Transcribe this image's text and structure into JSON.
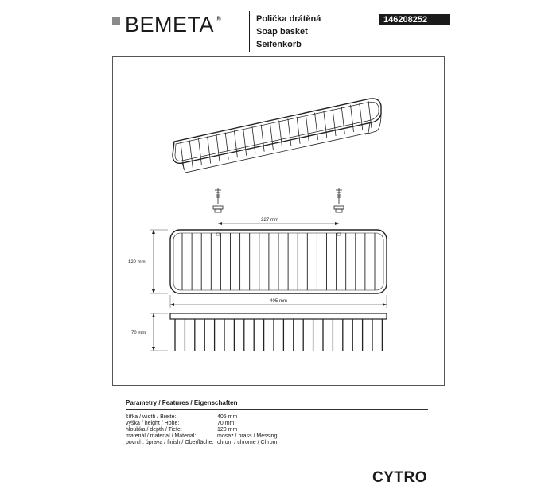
{
  "header": {
    "brand": "BEMETA",
    "trademark": "®",
    "title_cz": "Polička drátěná",
    "title_en": "Soap basket",
    "title_de": "Seifenkorb",
    "product_code": "146208252"
  },
  "drawing": {
    "dim_mounting": "227 mm",
    "dim_depth": "120 mm",
    "dim_width": "405 mm",
    "dim_height": "70 mm"
  },
  "parameters": {
    "title": "Parametry / Features / Eigenschaften",
    "rows": [
      {
        "label": "šířka / width / Breite:",
        "value": "405 mm"
      },
      {
        "label": "výška / height / Höhe:",
        "value": "70 mm"
      },
      {
        "label": "hloubka / depth / Tiefe:",
        "value": "120 mm"
      },
      {
        "label": "materiál / material / Material:",
        "value": "mosaz / brass / Messing"
      },
      {
        "label": "povrch. úprava / finish / Oberfläche:",
        "value": "chrom / chrome / Chrom"
      }
    ]
  },
  "model_name": "CYTRO"
}
